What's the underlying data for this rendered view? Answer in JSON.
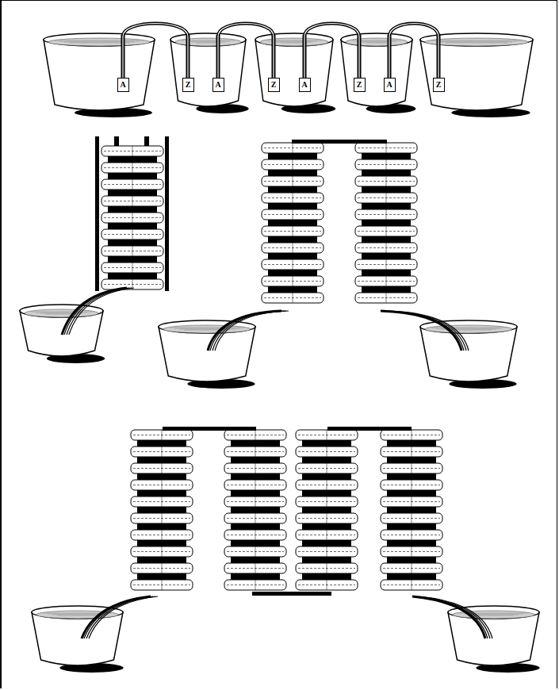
{
  "diagram": {
    "nodes": [
      {
        "text": [
          "A"
        ]
      },
      {
        "text": [
          "Z"
        ]
      },
      {
        "text": [
          "A"
        ]
      },
      {
        "text": [
          "Z"
        ]
      },
      {
        "text": [
          "A"
        ]
      },
      {
        "text": [
          "Z"
        ]
      },
      {
        "text": [
          "A"
        ]
      },
      {
        "text": [
          "Z"
        ]
      }
    ],
    "edges": [
      {
        "from": 0,
        "to": 1,
        "arrow": "none"
      },
      {
        "from": 2,
        "to": 3,
        "arrow": "none"
      },
      {
        "from": 4,
        "to": 5,
        "arrow": "none"
      },
      {
        "from": 6,
        "to": 7,
        "arrow": "none"
      }
    ]
  }
}
